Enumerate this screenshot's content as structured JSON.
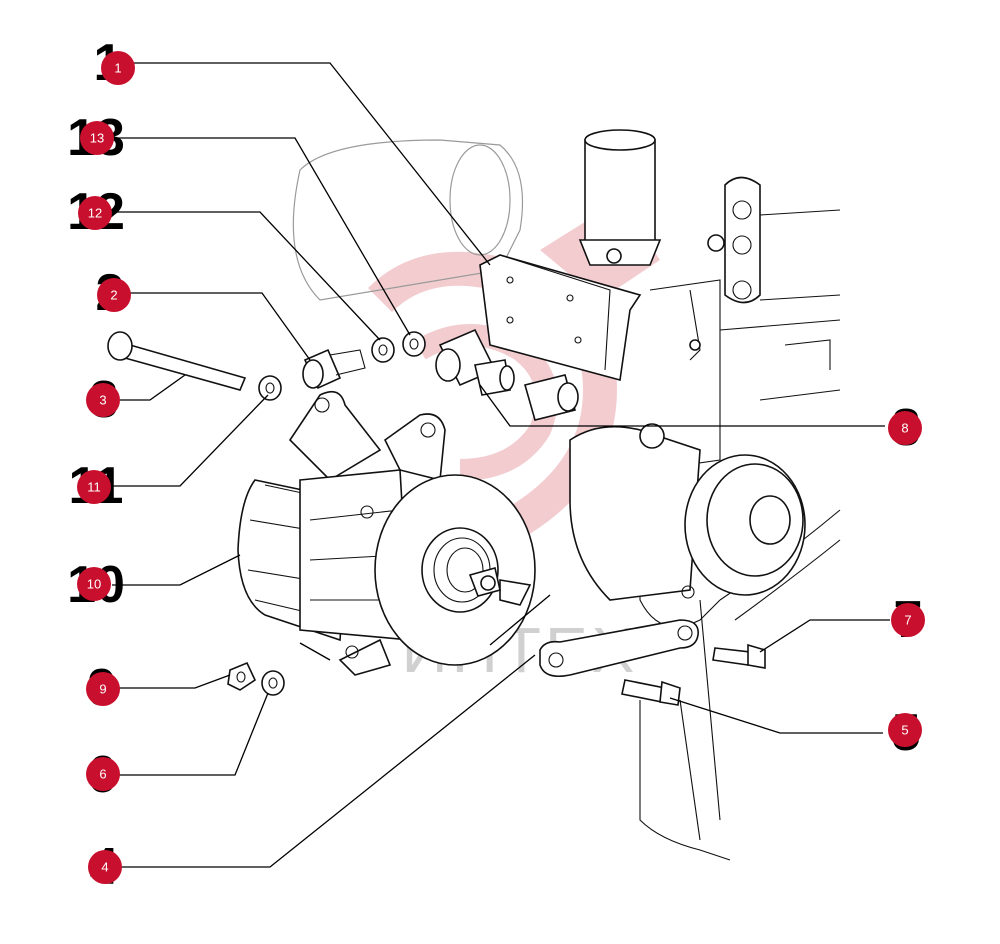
{
  "colors": {
    "badge": "#c8102e",
    "badge_text": "#ffffff",
    "watermark": "#e8a3a8",
    "line": "#111111"
  },
  "watermark": {
    "text": "ИНТЕХ"
  },
  "callouts": [
    {
      "id": "1",
      "label": "1"
    },
    {
      "id": "2",
      "label": "2"
    },
    {
      "id": "3",
      "label": "3"
    },
    {
      "id": "4",
      "label": "4"
    },
    {
      "id": "5",
      "label": "5"
    },
    {
      "id": "6",
      "label": "6"
    },
    {
      "id": "7",
      "label": "7"
    },
    {
      "id": "8",
      "label": "8"
    },
    {
      "id": "9",
      "label": "9"
    },
    {
      "id": "10",
      "label": "10"
    },
    {
      "id": "11",
      "label": "11"
    },
    {
      "id": "12",
      "label": "12"
    },
    {
      "id": "13",
      "label": "13"
    }
  ]
}
